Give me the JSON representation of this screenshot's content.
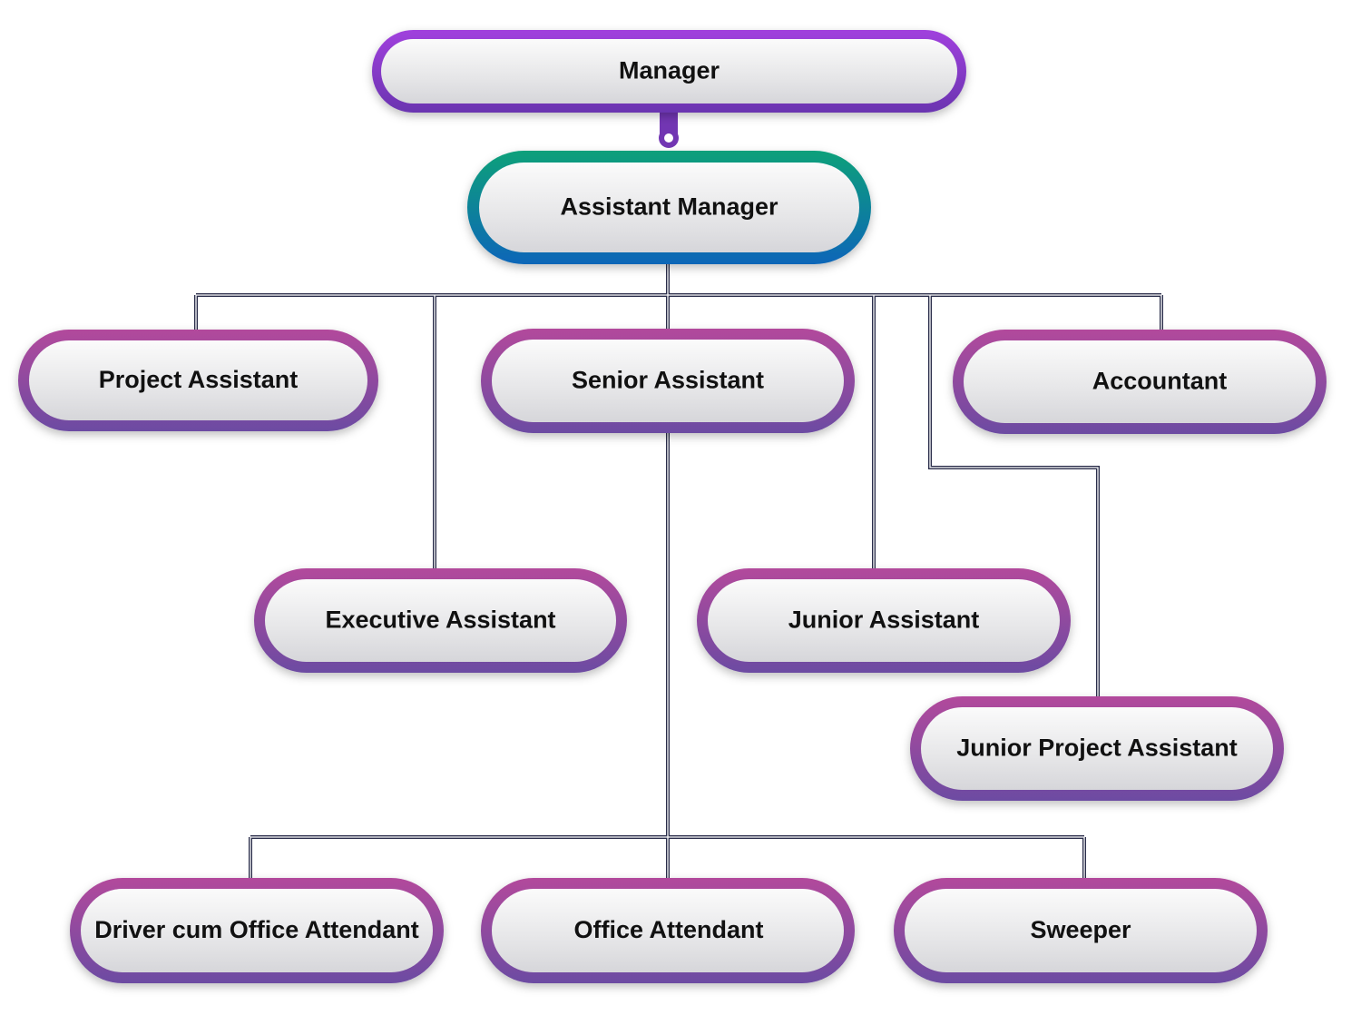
{
  "nodes": {
    "manager": "Manager",
    "assistant_manager": "Assistant Manager",
    "project_assistant": "Project Assistant",
    "senior_assistant": "Senior Assistant",
    "accountant": "Accountant",
    "executive_assistant": "Executive Assistant",
    "junior_assistant": "Junior Assistant",
    "junior_project_assistant": "Junior Project Assistant",
    "driver_cum_office_attendant": "Driver cum Office Attendant",
    "office_attendant": "Office Attendant",
    "sweeper": "Sweeper"
  },
  "colors": {
    "manager_border": [
      "#a040dd",
      "#6a34b0"
    ],
    "assistant_manager_border": [
      "#08a07a",
      "#0a66b8"
    ],
    "role_border": [
      "#b24a9c",
      "#6c4ba2"
    ],
    "connector": "#2a2d4a"
  }
}
